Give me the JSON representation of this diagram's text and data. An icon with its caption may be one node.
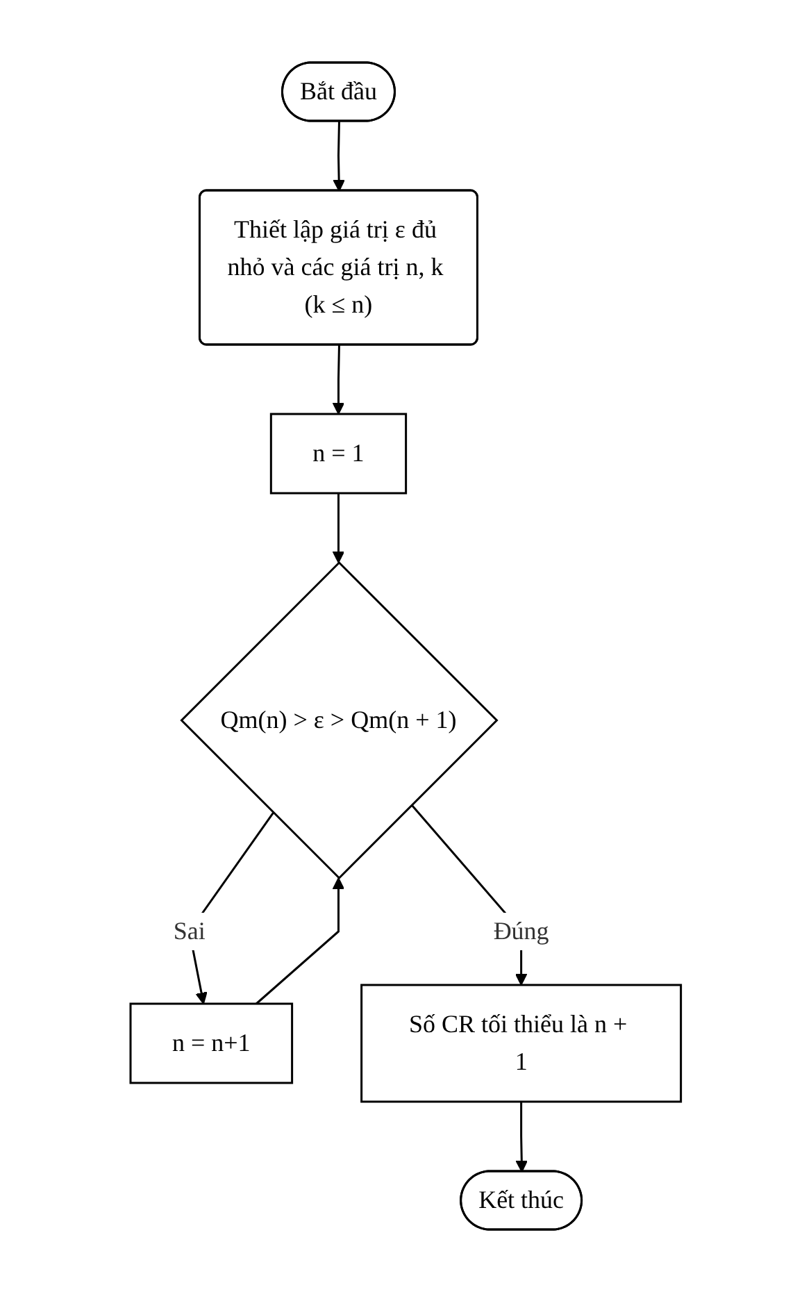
{
  "diagram": {
    "nodes": [
      {
        "text": [
          "Bắt đầu"
        ]
      },
      {
        "text": [
          "Thiết lập giá trị ε đủ nhỏ và các giá trị n, k (k ≤ n)"
        ]
      },
      {
        "text": [
          "n = 1"
        ]
      },
      {
        "text": [
          "Qm(n) > ε > Qm(n + 1)"
        ]
      },
      {
        "text": [
          "n = n+1"
        ]
      },
      {
        "text": [
          "Số CR tối thiểu là n + 1"
        ]
      },
      {
        "text": [
          "Kết thúc"
        ]
      }
    ],
    "edges": [
      {
        "from": 0,
        "to": 1,
        "arrow": "to"
      },
      {
        "from": 1,
        "to": 2,
        "arrow": "to"
      },
      {
        "from": 2,
        "to": 3,
        "arrow": "to"
      },
      {
        "from": 3,
        "to": 4,
        "arrow": "to",
        "label": "Sai"
      },
      {
        "from": 4,
        "to": 3,
        "arrow": "to"
      },
      {
        "from": 3,
        "to": 5,
        "arrow": "to",
        "label": "Đúng"
      },
      {
        "from": 5,
        "to": 6,
        "arrow": "to"
      }
    ]
  }
}
